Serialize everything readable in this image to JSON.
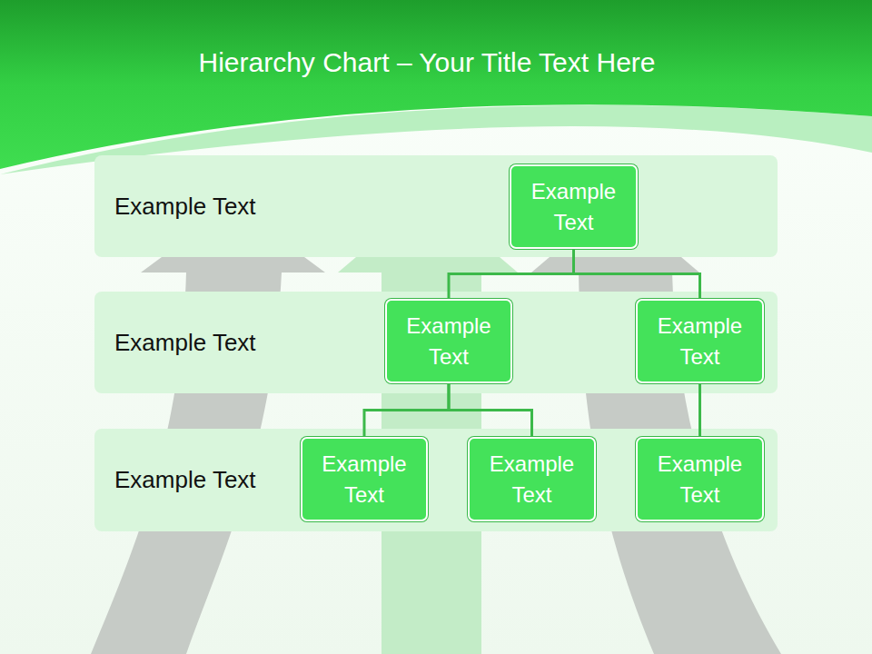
{
  "diagram": {
    "title": "Hierarchy Chart – Your Title Text Here",
    "nodes": [
      {
        "text": [
          "Example Text"
        ]
      },
      {
        "text": [
          "Example Text"
        ],
        "in": 0
      },
      {
        "text": [
          "Example Text"
        ]
      },
      {
        "text": [
          "Example Text"
        ],
        "in": 2
      },
      {
        "text": [
          "Example Text"
        ],
        "in": 2
      },
      {
        "text": [
          "Example Text"
        ]
      },
      {
        "text": [
          "Example Text"
        ],
        "in": 5
      },
      {
        "text": [
          "Example Text"
        ],
        "in": 5
      },
      {
        "text": [
          "Example Text"
        ],
        "in": 5
      }
    ],
    "edges": [
      {
        "from": 1,
        "to": 3,
        "arrow": "none"
      },
      {
        "from": 1,
        "to": 4,
        "arrow": "none"
      },
      {
        "from": 3,
        "to": 6,
        "arrow": "none"
      },
      {
        "from": 3,
        "to": 7,
        "arrow": "none"
      },
      {
        "from": 4,
        "to": 8,
        "arrow": "none"
      }
    ]
  }
}
